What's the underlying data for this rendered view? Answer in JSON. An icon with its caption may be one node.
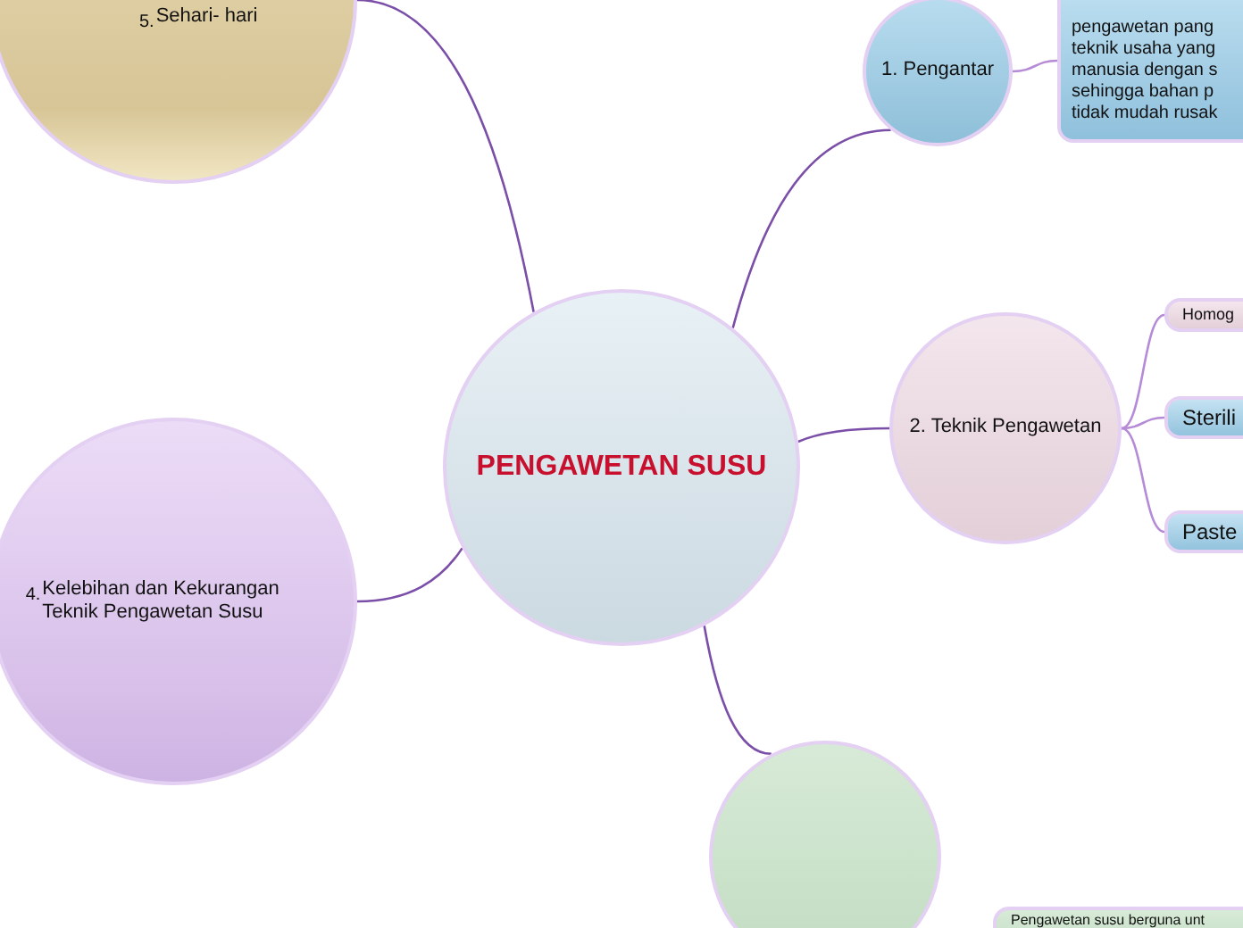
{
  "diagram": {
    "nodes": [
      {
        "text": [
          "PENGAWETAN SUSU"
        ]
      },
      {
        "text": [
          "1. Pengantar"
        ]
      },
      {
        "text": [
          "pengawetan pang teknik usaha yang manusia dengan s sehingga bahan p tidak mudah rusak"
        ]
      },
      {
        "text": [
          "2. Teknik Pengawetan"
        ]
      },
      {
        "text": [
          "Homog"
        ]
      },
      {
        "text": [
          "Sterili"
        ]
      },
      {
        "text": [
          "Paste"
        ]
      },
      {
        "text": [],
        "shape": "circle"
      },
      {
        "text": [
          "Pengawetan susu berguna unt"
        ]
      },
      {
        "text": [
          "4.",
          "Kelebihan dan Kekurangan Teknik Pengawetan Susu"
        ]
      },
      {
        "text": [
          "5.",
          "Sehari- hari"
        ]
      }
    ],
    "edges": [
      {
        "from": 0,
        "to": 1,
        "arrow": "none"
      },
      {
        "from": 1,
        "to": 2,
        "arrow": "none",
        "color": "#b58ad6"
      },
      {
        "from": 0,
        "to": 3,
        "arrow": "none"
      },
      {
        "from": 3,
        "to": 4,
        "arrow": "none",
        "color": "#b58ad6"
      },
      {
        "from": 3,
        "to": 5,
        "arrow": "none",
        "color": "#b58ad6"
      },
      {
        "from": 3,
        "to": 6,
        "arrow": "none",
        "color": "#b58ad6"
      },
      {
        "from": 0,
        "to": 7,
        "arrow": "none"
      },
      {
        "from": 0,
        "to": 9,
        "arrow": "none"
      },
      {
        "from": 0,
        "to": 10,
        "arrow": "none"
      }
    ]
  }
}
